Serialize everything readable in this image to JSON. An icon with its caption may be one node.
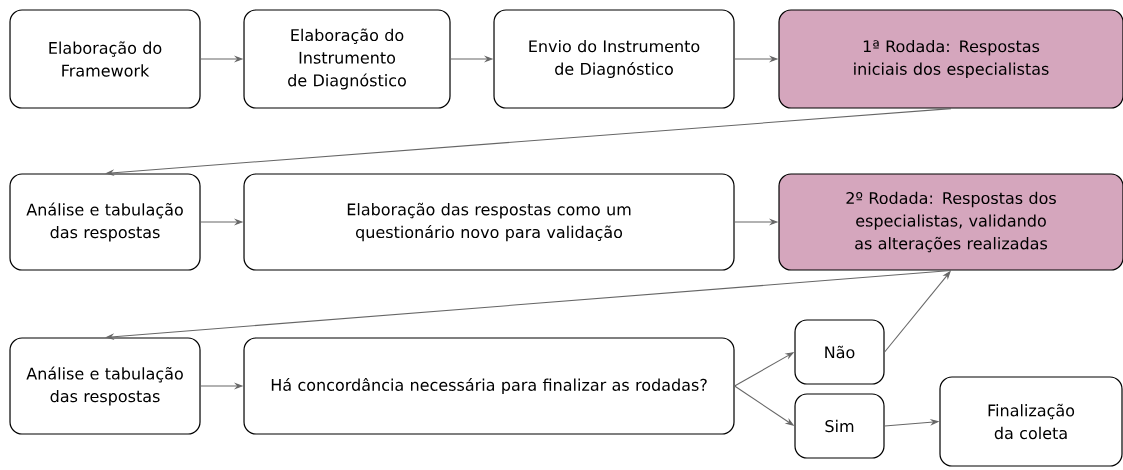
{
  "diagram": {
    "nodes": [
      {
        "text": [
          "Elaboração do Framework"
        ]
      },
      {
        "text": [
          "Elaboração do Instrumento de Diagnóstico"
        ]
      },
      {
        "text": [
          "Envio do Instrumento de Diagnóstico"
        ]
      },
      {
        "text": [
          "1ª Rodada: Respostas iniciais dos especialistas"
        ]
      },
      {
        "text": [
          "Análise e tabulação das respostas"
        ]
      },
      {
        "text": [
          "Elaboração das respostas como um questionário novo para validação"
        ]
      },
      {
        "text": [
          "2º Rodada: Respostas dos especialistas, validando as alterações realizadas"
        ]
      },
      {
        "text": [
          "Análise e tabulação das respostas"
        ]
      },
      {
        "text": [
          "Há concordância necessária para finalizar as rodadas?"
        ]
      },
      {
        "text": [
          "Não"
        ]
      },
      {
        "text": [
          "Sim"
        ]
      },
      {
        "text": [
          "Finalização da coleta"
        ]
      }
    ],
    "edges": [
      {
        "from": 0,
        "to": 1,
        "arrow": "to"
      },
      {
        "from": 1,
        "to": 2,
        "arrow": "to"
      },
      {
        "from": 2,
        "to": 3,
        "arrow": "to"
      },
      {
        "from": 3,
        "to": 4,
        "arrow": "to"
      },
      {
        "from": 4,
        "to": 5,
        "arrow": "to"
      },
      {
        "from": 5,
        "to": 6,
        "arrow": "to"
      },
      {
        "from": 6,
        "to": 7,
        "arrow": "to"
      },
      {
        "from": 7,
        "to": 8,
        "arrow": "to"
      },
      {
        "from": 8,
        "to": 9,
        "arrow": "to"
      },
      {
        "from": 8,
        "to": 10,
        "arrow": "to"
      },
      {
        "from": 9,
        "to": 6,
        "arrow": "to"
      },
      {
        "from": 10,
        "to": 11,
        "arrow": "to"
      }
    ]
  }
}
